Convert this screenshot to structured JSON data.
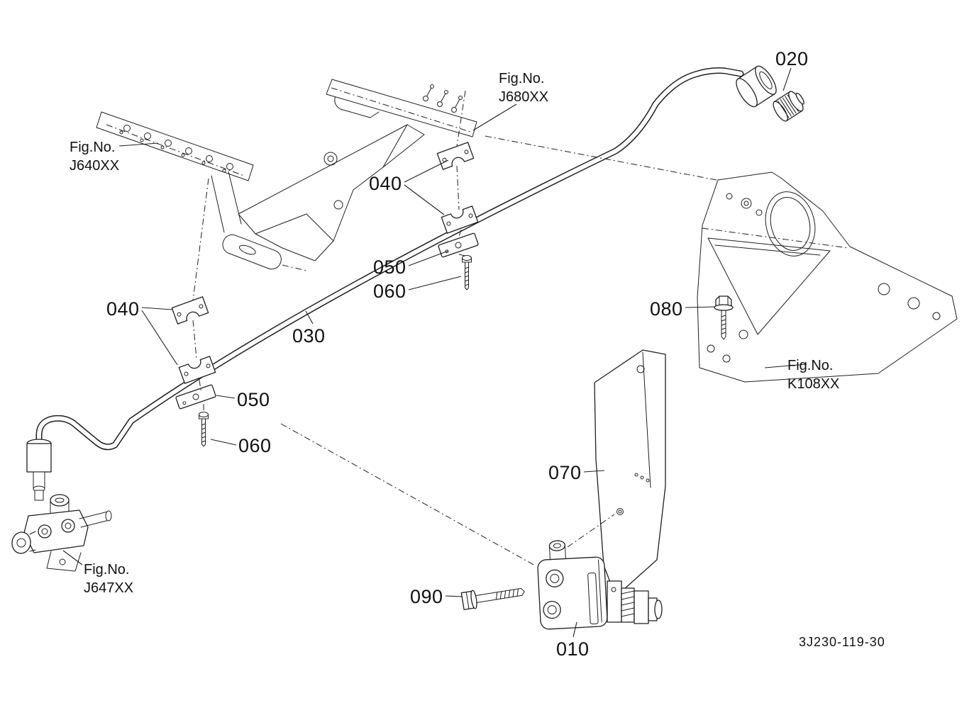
{
  "diagram": {
    "drawing_number": "3J230-119-30",
    "callouts": {
      "c010": "010",
      "c020": "020",
      "c030": "030",
      "c040a": "040",
      "c040b": "040",
      "c050a": "050",
      "c050b": "050",
      "c060a": "060",
      "c060b": "060",
      "c070": "070",
      "c080": "080",
      "c090": "090"
    },
    "figure_refs": {
      "j640": {
        "line1": "Fig.No.",
        "line2": "J640XX"
      },
      "j680": {
        "line1": "Fig.No.",
        "line2": "J680XX"
      },
      "j647": {
        "line1": "Fig.No.",
        "line2": "J647XX"
      },
      "k108": {
        "line1": "Fig.No.",
        "line2": "K108XX"
      }
    }
  }
}
